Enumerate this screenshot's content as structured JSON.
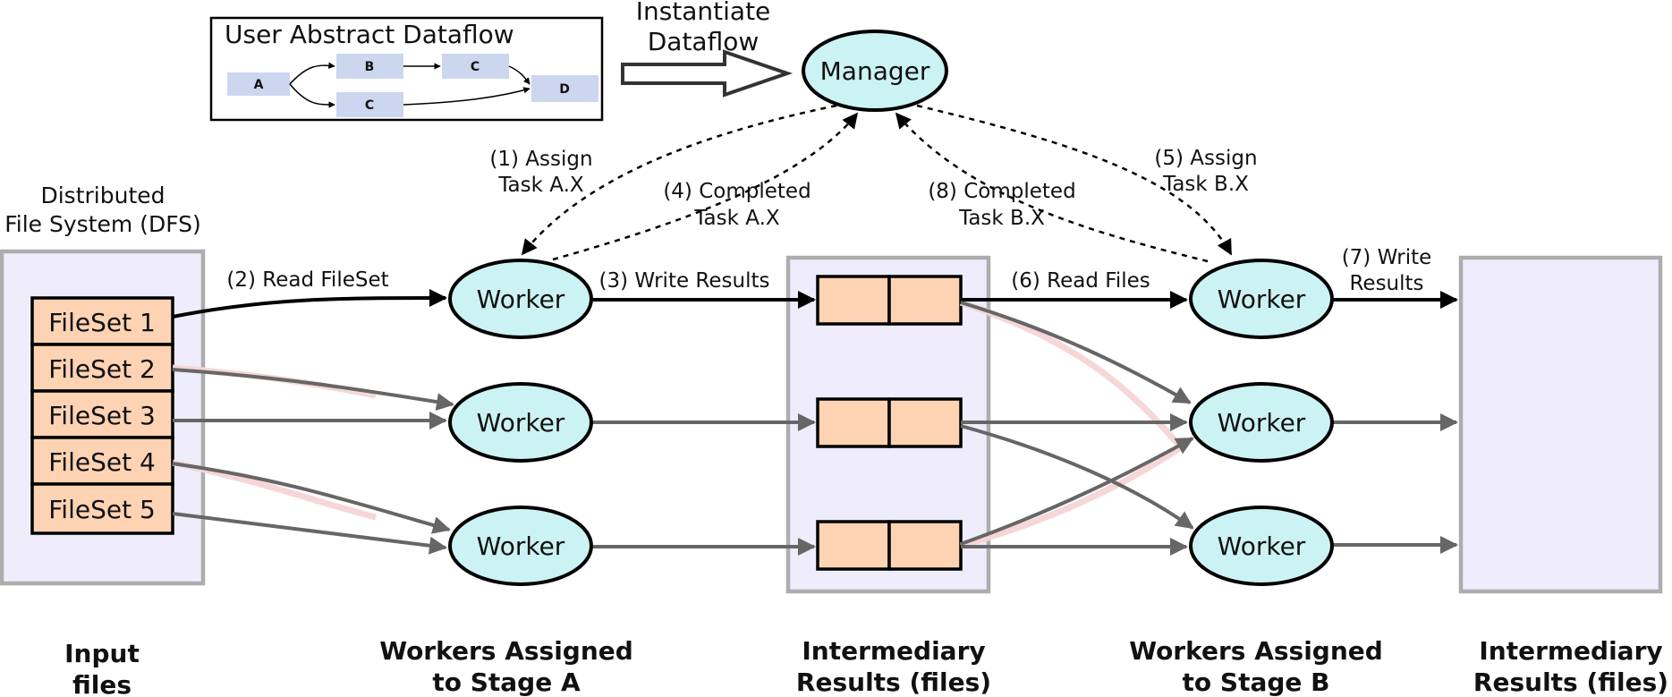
{
  "abstract_dataflow": {
    "title": "User Abstract Dataflow",
    "nodes": [
      "A",
      "B",
      "C",
      "C",
      "D"
    ]
  },
  "instantiate": {
    "line1": "Instantiate",
    "line2": "Dataflow"
  },
  "manager": {
    "label": "Manager"
  },
  "dfs": {
    "line1": "Distributed",
    "line2": "File System (DFS)",
    "filesets": [
      "FileSet 1",
      "FileSet 2",
      "FileSet 3",
      "FileSet 4",
      "FileSet 5"
    ]
  },
  "workers": {
    "stage_a": [
      "Worker",
      "Worker",
      "Worker"
    ],
    "stage_b": [
      "Worker",
      "Worker",
      "Worker"
    ]
  },
  "steps": {
    "s1": {
      "line1": "(1) Assign",
      "line2": "Task A.X"
    },
    "s2": "(2) Read FileSet",
    "s3": "(3) Write Results",
    "s4": {
      "line1": "(4) Completed",
      "line2": "Task A.X"
    },
    "s5": {
      "line1": "(5) Assign",
      "line2": "Task B.X"
    },
    "s6": "(6) Read Files",
    "s7": {
      "line1": "(7) Write",
      "line2": "Results"
    },
    "s8": {
      "line1": "(8) Completed",
      "line2": "Task B.X"
    }
  },
  "bottom_labels": {
    "input": {
      "line1": "Input",
      "line2": "files"
    },
    "stage_a": {
      "line1": "Workers Assigned",
      "line2": "to Stage A"
    },
    "intermediary1": {
      "line1": "Intermediary",
      "line2": "Results (files)"
    },
    "stage_b": {
      "line1": "Workers Assigned",
      "line2": "to Stage B"
    },
    "intermediary2": {
      "line1": "Intermediary",
      "line2": "Results (files)"
    }
  },
  "colors": {
    "worker_fill": "#ccf3f4",
    "fileset_fill": "#fdd3b4",
    "region_fill": "#efecfb",
    "region_border": "#adadad",
    "mini_node_fill": "#cdd6ef",
    "secondary_edge": "#666666"
  }
}
